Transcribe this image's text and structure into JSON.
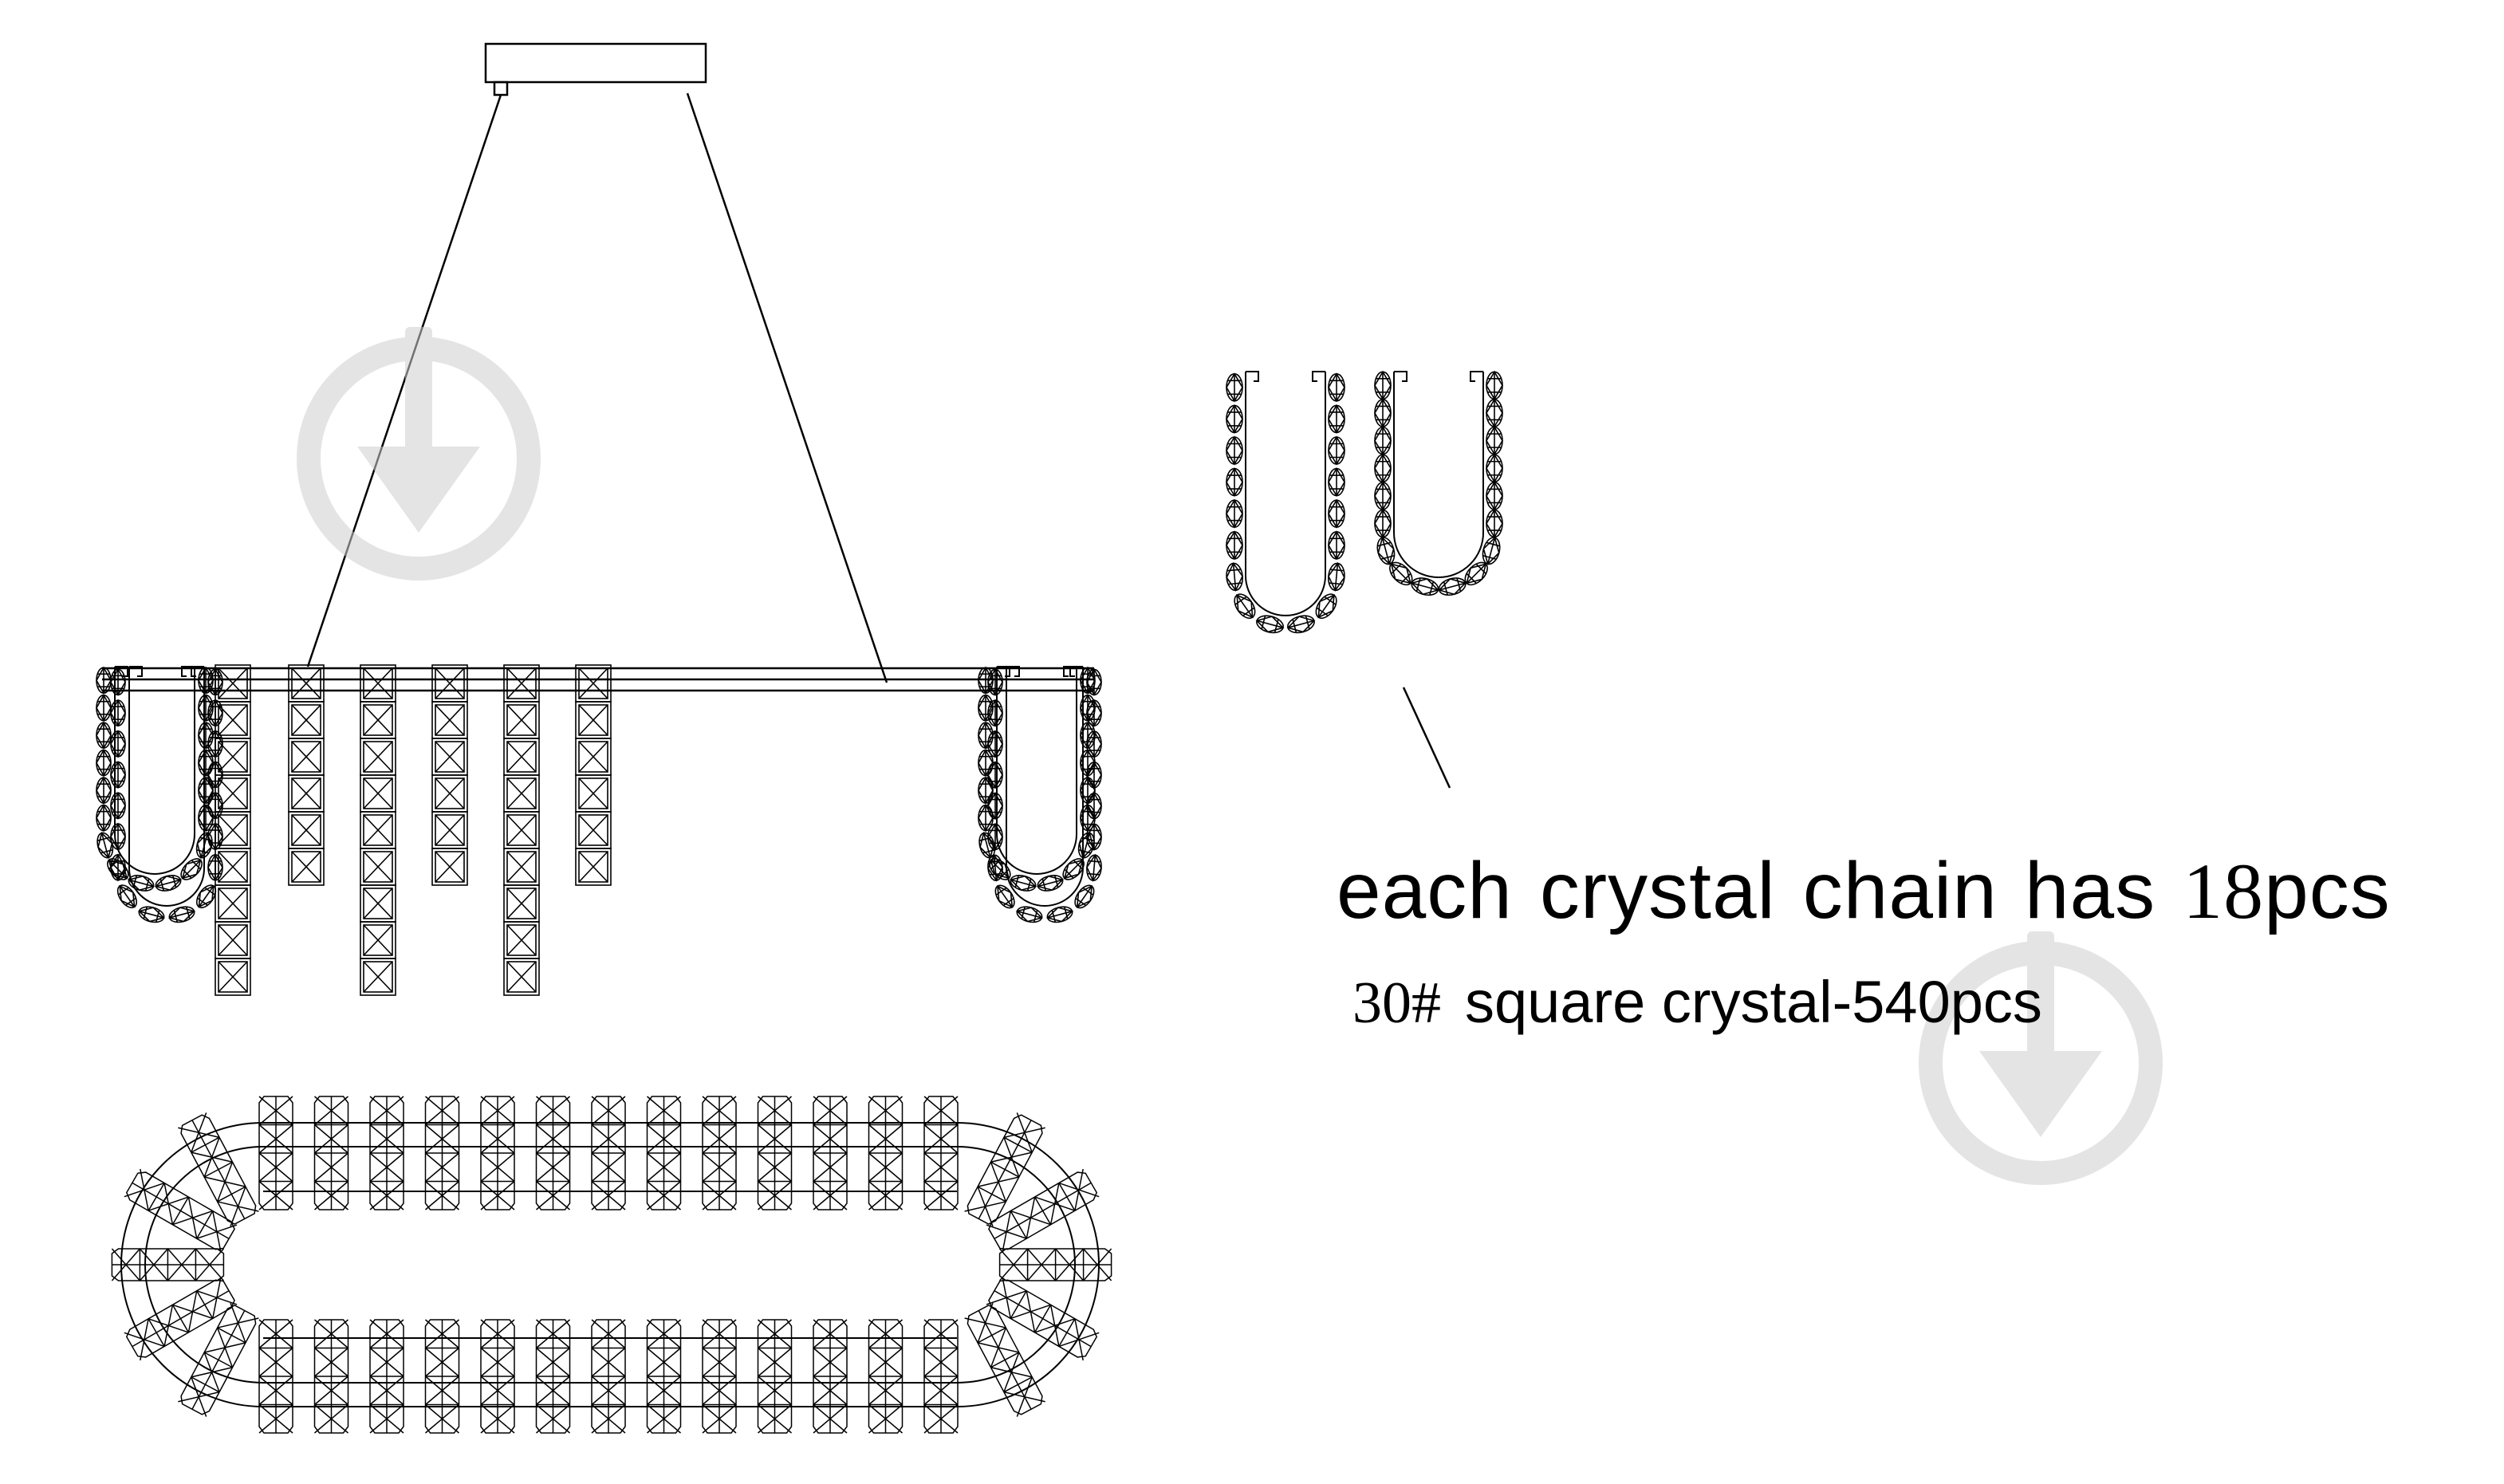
{
  "annotation": {
    "line1_words": [
      "each",
      "crystal",
      "chain",
      "has"
    ],
    "line1_number": "18",
    "line1_unit": "pcs",
    "line2_number": "30#",
    "line2_text": "square crystal-540pcs"
  },
  "watermark": {
    "icon": "download-arrow-in-circle-icon",
    "color": "#d9d9d9"
  },
  "colors": {
    "stroke": "#000000",
    "background": "#ffffff"
  }
}
